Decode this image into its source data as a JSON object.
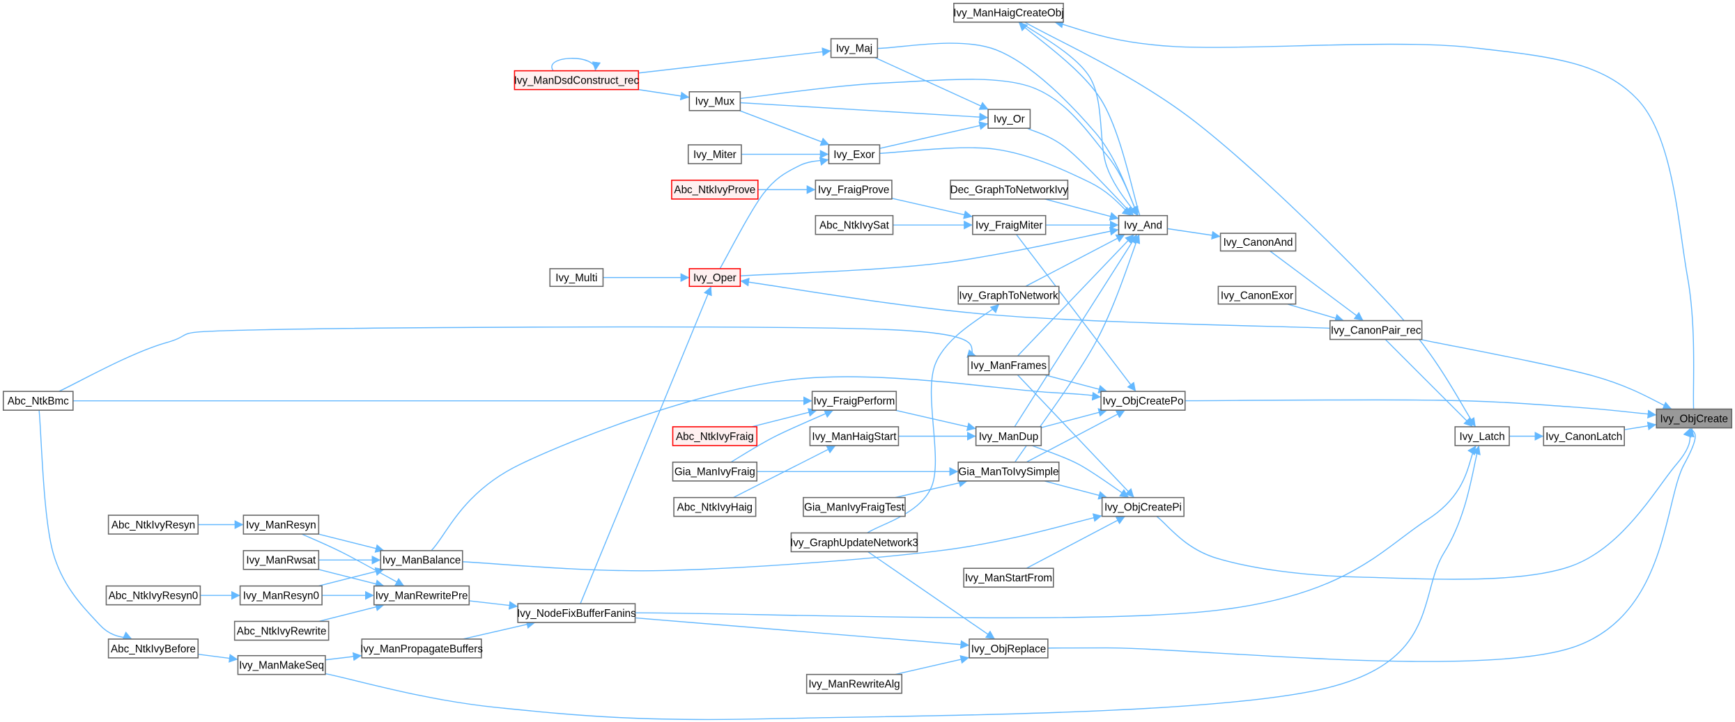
{
  "graph": {
    "title": "Ivy_ObjCreate caller graph",
    "colors": {
      "edge": "#63b8ff",
      "node_border": "#666666",
      "node_fill": "#ffffff",
      "undocumented_border": "#ff0000",
      "undocumented_fill": "#fff0f0",
      "root_fill": "#999999"
    },
    "nodes": [
      {
        "id": "Ivy_ObjCreate",
        "label": "Ivy_ObjCreate",
        "kind": "root"
      },
      {
        "id": "Ivy_ManHaigCreateObj",
        "label": "Ivy_ManHaigCreateObj",
        "kind": "normal"
      },
      {
        "id": "Ivy_Maj",
        "label": "Ivy_Maj",
        "kind": "normal"
      },
      {
        "id": "Ivy_ManDsdConstruct_rec",
        "label": "Ivy_ManDsdConstruct_rec",
        "kind": "red"
      },
      {
        "id": "Ivy_Mux",
        "label": "Ivy_Mux",
        "kind": "normal"
      },
      {
        "id": "Ivy_Or",
        "label": "Ivy_Or",
        "kind": "normal"
      },
      {
        "id": "Ivy_Miter",
        "label": "Ivy_Miter",
        "kind": "normal"
      },
      {
        "id": "Ivy_Exor",
        "label": "Ivy_Exor",
        "kind": "normal"
      },
      {
        "id": "Abc_NtkIvyProve",
        "label": "Abc_NtkIvyProve",
        "kind": "red"
      },
      {
        "id": "Ivy_FraigProve",
        "label": "Ivy_FraigProve",
        "kind": "normal"
      },
      {
        "id": "Dec_GraphToNetworkIvy",
        "label": "Dec_GraphToNetworkIvy",
        "kind": "normal"
      },
      {
        "id": "Abc_NtkIvySat",
        "label": "Abc_NtkIvySat",
        "kind": "normal"
      },
      {
        "id": "Ivy_FraigMiter",
        "label": "Ivy_FraigMiter",
        "kind": "normal"
      },
      {
        "id": "Ivy_And",
        "label": "Ivy_And",
        "kind": "normal"
      },
      {
        "id": "Ivy_CanonAnd",
        "label": "Ivy_CanonAnd",
        "kind": "normal"
      },
      {
        "id": "Ivy_Multi",
        "label": "Ivy_Multi",
        "kind": "normal"
      },
      {
        "id": "Ivy_Oper",
        "label": "Ivy_Oper",
        "kind": "red"
      },
      {
        "id": "Ivy_GraphToNetwork",
        "label": "Ivy_GraphToNetwork",
        "kind": "normal"
      },
      {
        "id": "Ivy_CanonExor",
        "label": "Ivy_CanonExor",
        "kind": "normal"
      },
      {
        "id": "Ivy_CanonPair_rec",
        "label": "Ivy_CanonPair_rec",
        "kind": "normal"
      },
      {
        "id": "Abc_NtkBmc",
        "label": "Abc_NtkBmc",
        "kind": "normal"
      },
      {
        "id": "Ivy_ManFrames",
        "label": "Ivy_ManFrames",
        "kind": "normal"
      },
      {
        "id": "Ivy_FraigPerform",
        "label": "Ivy_FraigPerform",
        "kind": "normal"
      },
      {
        "id": "Ivy_ObjCreatePo",
        "label": "Ivy_ObjCreatePo",
        "kind": "normal"
      },
      {
        "id": "Abc_NtkIvyFraig",
        "label": "Abc_NtkIvyFraig",
        "kind": "red"
      },
      {
        "id": "Ivy_ManHaigStart",
        "label": "Ivy_ManHaigStart",
        "kind": "normal"
      },
      {
        "id": "Ivy_ManDup",
        "label": "Ivy_ManDup",
        "kind": "normal"
      },
      {
        "id": "Ivy_Latch",
        "label": "Ivy_Latch",
        "kind": "normal"
      },
      {
        "id": "Ivy_CanonLatch",
        "label": "Ivy_CanonLatch",
        "kind": "normal"
      },
      {
        "id": "Gia_ManIvyFraig",
        "label": "Gia_ManIvyFraig",
        "kind": "normal"
      },
      {
        "id": "Gia_ManToIvySimple",
        "label": "Gia_ManToIvySimple",
        "kind": "normal"
      },
      {
        "id": "Abc_NtkIvyHaig",
        "label": "Abc_NtkIvyHaig",
        "kind": "normal"
      },
      {
        "id": "Gia_ManIvyFraigTest",
        "label": "Gia_ManIvyFraigTest",
        "kind": "normal"
      },
      {
        "id": "Ivy_ObjCreatePi",
        "label": "Ivy_ObjCreatePi",
        "kind": "normal"
      },
      {
        "id": "Abc_NtkIvyResyn",
        "label": "Abc_NtkIvyResyn",
        "kind": "normal"
      },
      {
        "id": "Ivy_ManResyn",
        "label": "Ivy_ManResyn",
        "kind": "normal"
      },
      {
        "id": "Ivy_ManRwsat",
        "label": "Ivy_ManRwsat",
        "kind": "normal"
      },
      {
        "id": "Ivy_ManBalance",
        "label": "Ivy_ManBalance",
        "kind": "normal"
      },
      {
        "id": "Ivy_GraphUpdateNetwork3",
        "label": "Ivy_GraphUpdateNetwork3",
        "kind": "normal"
      },
      {
        "id": "Ivy_ManStartFrom",
        "label": "Ivy_ManStartFrom",
        "kind": "normal"
      },
      {
        "id": "Abc_NtkIvyResyn0",
        "label": "Abc_NtkIvyResyn0",
        "kind": "normal"
      },
      {
        "id": "Ivy_ManResyn0",
        "label": "Ivy_ManResyn0",
        "kind": "normal"
      },
      {
        "id": "Ivy_ManRewritePre",
        "label": "Ivy_ManRewritePre",
        "kind": "normal"
      },
      {
        "id": "Ivy_NodeFixBufferFanins",
        "label": "Ivy_NodeFixBufferFanins",
        "kind": "normal"
      },
      {
        "id": "Abc_NtkIvyRewrite",
        "label": "Abc_NtkIvyRewrite",
        "kind": "normal"
      },
      {
        "id": "Abc_NtkIvyBefore",
        "label": "Abc_NtkIvyBefore",
        "kind": "normal"
      },
      {
        "id": "Ivy_ManPropagateBuffers",
        "label": "Ivy_ManPropagateBuffers",
        "kind": "normal"
      },
      {
        "id": "Ivy_ObjReplace",
        "label": "Ivy_ObjReplace",
        "kind": "normal"
      },
      {
        "id": "Ivy_ManMakeSeq",
        "label": "Ivy_ManMakeSeq",
        "kind": "normal"
      },
      {
        "id": "Ivy_ManRewriteAlg",
        "label": "Ivy_ManRewriteAlg",
        "kind": "normal"
      }
    ],
    "edges": [
      [
        "Ivy_ManDsdConstruct_rec",
        "Ivy_ManDsdConstruct_rec"
      ],
      [
        "Ivy_ManDsdConstruct_rec",
        "Ivy_Maj"
      ],
      [
        "Ivy_ManDsdConstruct_rec",
        "Ivy_Mux"
      ],
      [
        "Ivy_Maj",
        "Ivy_Or"
      ],
      [
        "Ivy_Maj",
        "Ivy_And"
      ],
      [
        "Ivy_Mux",
        "Ivy_Or"
      ],
      [
        "Ivy_Mux",
        "Ivy_Exor"
      ],
      [
        "Ivy_Mux",
        "Ivy_And"
      ],
      [
        "Ivy_Miter",
        "Ivy_Exor"
      ],
      [
        "Ivy_Exor",
        "Ivy_Or"
      ],
      [
        "Ivy_Exor",
        "Ivy_And"
      ],
      [
        "Ivy_Or",
        "Ivy_And"
      ],
      [
        "Ivy_Oper",
        "Ivy_Exor"
      ],
      [
        "Ivy_Oper",
        "Ivy_And"
      ],
      [
        "Ivy_Multi",
        "Ivy_Oper"
      ],
      [
        "Abc_NtkIvyProve",
        "Ivy_FraigProve"
      ],
      [
        "Ivy_FraigProve",
        "Ivy_FraigMiter"
      ],
      [
        "Abc_NtkIvySat",
        "Ivy_FraigMiter"
      ],
      [
        "Ivy_FraigMiter",
        "Ivy_And"
      ],
      [
        "Ivy_FraigMiter",
        "Ivy_ObjCreatePo"
      ],
      [
        "Dec_GraphToNetworkIvy",
        "Ivy_And"
      ],
      [
        "Ivy_And",
        "Ivy_CanonAnd"
      ],
      [
        "Ivy_And",
        "Ivy_ManHaigCreateObj"
      ],
      [
        "Ivy_ManHaigCreateObj",
        "Ivy_And"
      ],
      [
        "Ivy_ManHaigCreateObj",
        "Ivy_Latch"
      ],
      [
        "Ivy_ObjCreate",
        "Ivy_ManHaigCreateObj"
      ],
      [
        "Ivy_CanonAnd",
        "Ivy_CanonPair_rec"
      ],
      [
        "Ivy_CanonExor",
        "Ivy_CanonPair_rec"
      ],
      [
        "Ivy_CanonPair_rec",
        "Ivy_Oper"
      ],
      [
        "Ivy_CanonPair_rec",
        "Ivy_Latch"
      ],
      [
        "Ivy_CanonPair_rec",
        "Ivy_ObjCreate"
      ],
      [
        "Ivy_GraphToNetwork",
        "Ivy_And"
      ],
      [
        "Ivy_GraphUpdateNetwork3",
        "Ivy_GraphToNetwork"
      ],
      [
        "Ivy_GraphUpdateNetwork3",
        "Ivy_ObjReplace"
      ],
      [
        "Abc_NtkBmc",
        "Ivy_ManFrames"
      ],
      [
        "Abc_NtkBmc",
        "Ivy_FraigPerform"
      ],
      [
        "Abc_NtkBmc",
        "Abc_NtkIvyBefore"
      ],
      [
        "Ivy_ManFrames",
        "Ivy_And"
      ],
      [
        "Ivy_ManFrames",
        "Ivy_ObjCreatePo"
      ],
      [
        "Ivy_ManFrames",
        "Ivy_ObjCreatePi"
      ],
      [
        "Ivy_FraigPerform",
        "Ivy_ManDup"
      ],
      [
        "Abc_NtkIvyFraig",
        "Ivy_FraigPerform"
      ],
      [
        "Gia_ManIvyFraig",
        "Ivy_FraigPerform"
      ],
      [
        "Ivy_ManHaigStart",
        "Ivy_ManDup"
      ],
      [
        "Abc_NtkIvyHaig",
        "Ivy_ManHaigStart"
      ],
      [
        "Ivy_ManDup",
        "Ivy_And"
      ],
      [
        "Ivy_ManDup",
        "Ivy_ObjCreatePo"
      ],
      [
        "Ivy_ManDup",
        "Ivy_ObjCreatePi"
      ],
      [
        "Gia_ManIvyFraig",
        "Gia_ManToIvySimple"
      ],
      [
        "Gia_ManIvyFraigTest",
        "Gia_ManToIvySimple"
      ],
      [
        "Gia_ManToIvySimple",
        "Ivy_And"
      ],
      [
        "Gia_ManToIvySimple",
        "Ivy_ObjCreatePo"
      ],
      [
        "Gia_ManToIvySimple",
        "Ivy_ObjCreatePi"
      ],
      [
        "Ivy_ObjCreatePo",
        "Ivy_ObjCreate"
      ],
      [
        "Ivy_ObjCreatePi",
        "Ivy_ObjCreate"
      ],
      [
        "Ivy_Latch",
        "Ivy_CanonLatch"
      ],
      [
        "Ivy_CanonLatch",
        "Ivy_ObjCreate"
      ],
      [
        "Ivy_ManStartFrom",
        "Ivy_ObjCreatePi"
      ],
      [
        "Ivy_ManBalance",
        "Ivy_ObjCreatePo"
      ],
      [
        "Ivy_ManBalance",
        "Ivy_ObjCreatePi"
      ],
      [
        "Abc_NtkIvyResyn",
        "Ivy_ManResyn"
      ],
      [
        "Ivy_ManResyn",
        "Ivy_ManBalance"
      ],
      [
        "Ivy_ManResyn",
        "Ivy_ManRewritePre"
      ],
      [
        "Ivy_ManRwsat",
        "Ivy_ManBalance"
      ],
      [
        "Ivy_ManRwsat",
        "Ivy_ManRewritePre"
      ],
      [
        "Abc_NtkIvyResyn0",
        "Ivy_ManResyn0"
      ],
      [
        "Ivy_ManResyn0",
        "Ivy_ManBalance"
      ],
      [
        "Ivy_ManResyn0",
        "Ivy_ManRewritePre"
      ],
      [
        "Abc_NtkIvyRewrite",
        "Ivy_ManRewritePre"
      ],
      [
        "Ivy_ManRewritePre",
        "Ivy_NodeFixBufferFanins"
      ],
      [
        "Ivy_ManPropagateBuffers",
        "Ivy_NodeFixBufferFanins"
      ],
      [
        "Ivy_NodeFixBufferFanins",
        "Ivy_Oper"
      ],
      [
        "Ivy_NodeFixBufferFanins",
        "Ivy_Latch"
      ],
      [
        "Ivy_NodeFixBufferFanins",
        "Ivy_ObjReplace"
      ],
      [
        "Ivy_ObjReplace",
        "Ivy_ObjCreate"
      ],
      [
        "Ivy_ManRewriteAlg",
        "Ivy_ObjReplace"
      ],
      [
        "Abc_NtkIvyBefore",
        "Ivy_ManMakeSeq"
      ],
      [
        "Ivy_ManMakeSeq",
        "Ivy_ManPropagateBuffers"
      ],
      [
        "Ivy_ManMakeSeq",
        "Ivy_Latch"
      ]
    ]
  }
}
